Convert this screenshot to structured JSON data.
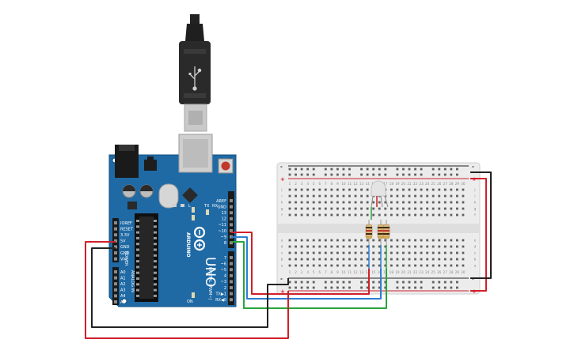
{
  "board": {
    "brand": "ARDUINO",
    "model": "UNO",
    "power_header_title": "POWER",
    "analog_header_title": "ANALOG IN",
    "digital_header_title": "DIGITAL (PWM~)",
    "tx_label": "TX",
    "rx_label": "RX",
    "l_label": "L",
    "on_label": "ON",
    "power_pins": [
      "IOREF",
      "RESET",
      "3.3V",
      "5V",
      "GND",
      "GND",
      "Vin"
    ],
    "analog_pins": [
      "A0",
      "A1",
      "A2",
      "A3",
      "A4",
      "A5"
    ],
    "digital_top_pins": [
      "AREF",
      "GND",
      "13",
      "12",
      "~11",
      "~10",
      "~9",
      "8"
    ],
    "digital_bottom_pins": [
      "7",
      "~6",
      "~5",
      "4",
      "~3",
      "2",
      "TX▶1",
      "RX◀0"
    ]
  },
  "breadboard": {
    "column_numbers": [
      "1",
      "2",
      "3",
      "4",
      "5",
      "6",
      "7",
      "8",
      "9",
      "10",
      "11",
      "12",
      "13",
      "14",
      "15",
      "16",
      "17",
      "18",
      "19",
      "20",
      "21",
      "22",
      "23",
      "24",
      "25",
      "26",
      "27",
      "28",
      "29",
      "30"
    ],
    "row_letters_top": [
      "j",
      "i",
      "h",
      "g",
      "f"
    ],
    "row_letters_bottom": [
      "e",
      "d",
      "c",
      "b",
      "a"
    ],
    "rail_minus": "-",
    "rail_plus": "+"
  },
  "colors": {
    "board": "#1f6aa5",
    "board_dark": "#15507f",
    "header": "#1a1a1a",
    "breadboard": "#ececec",
    "rail_red": "#d0202a",
    "rail_black": "#222222",
    "wire_red": "#d0202a",
    "wire_black": "#222222",
    "wire_blue": "#2d7fd3",
    "wire_green": "#27a53a",
    "usb_body": "#2a2a2a",
    "usb_metal": "#c8c8c8"
  }
}
